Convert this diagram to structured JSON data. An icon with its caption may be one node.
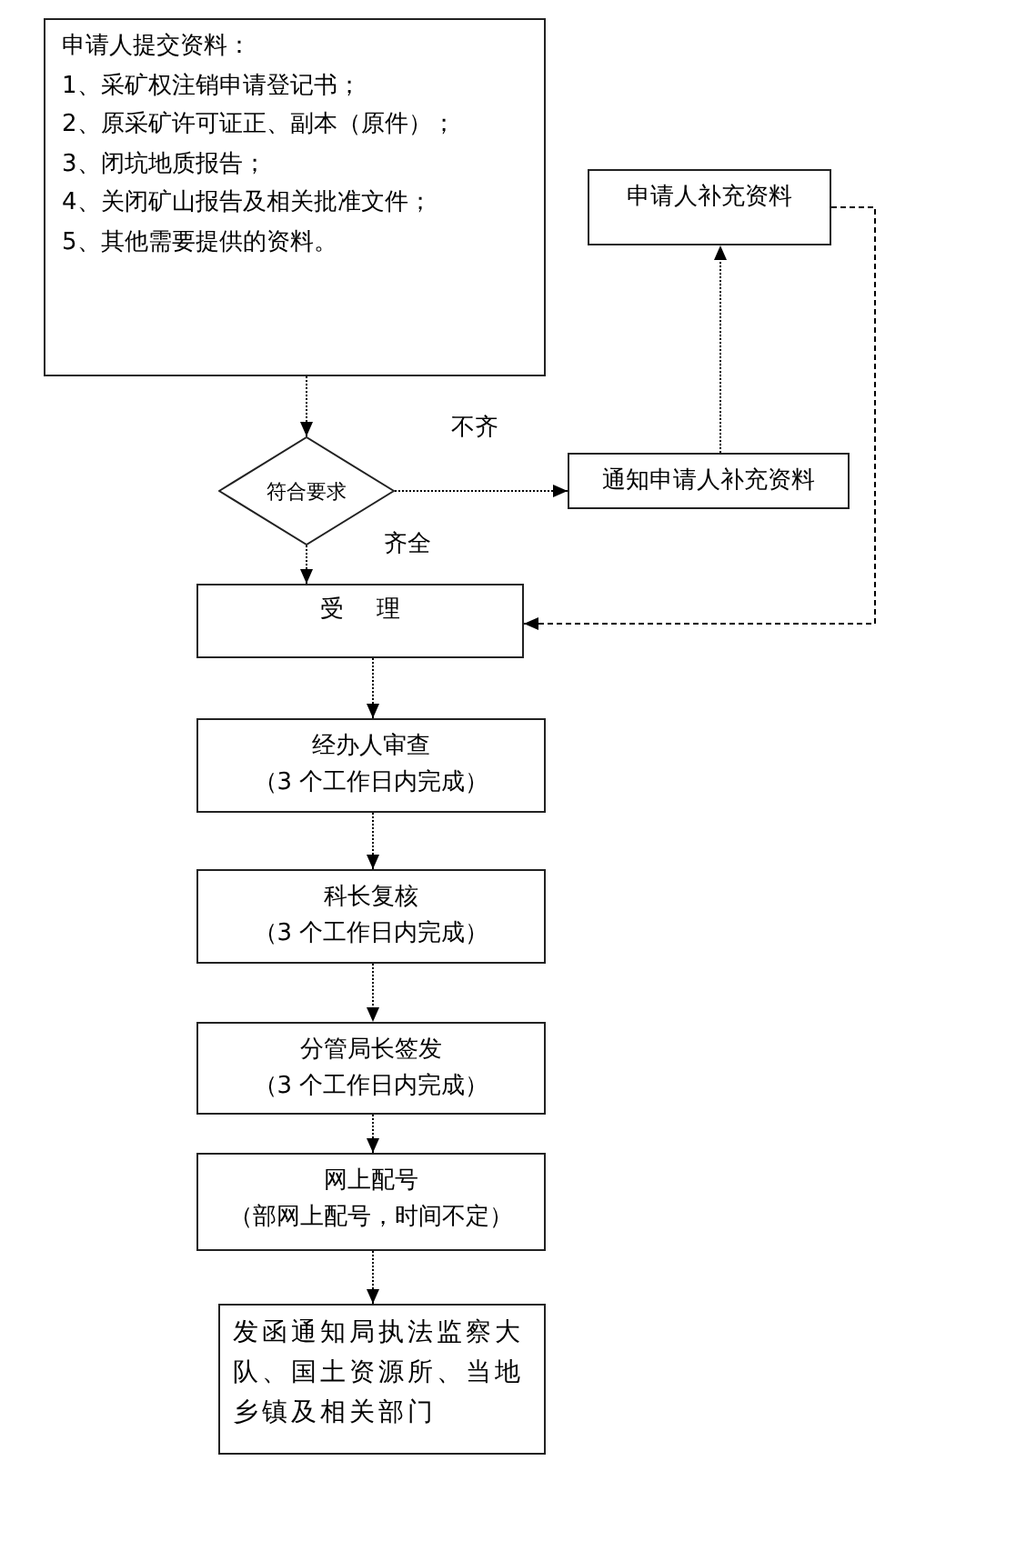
{
  "diagram": {
    "nodes": [
      {
        "text": [
          "申请人提交资料：",
          "1、采矿权注销申请登记书；",
          "2、原采矿许可证正、副本（原件）；",
          "3、闭坑地质报告；",
          "4、关闭矿山报告及相关批准文件；",
          "5、其他需要提供的资料。"
        ]
      },
      {
        "text": [
          "符合要求"
        ]
      },
      {
        "text": [
          "申请人补充资料"
        ]
      },
      {
        "text": [
          "通知申请人补充资料"
        ]
      },
      {
        "text": [
          "受 理"
        ]
      },
      {
        "text": [
          "经办人审查",
          "（3 个工作日内完成）"
        ]
      },
      {
        "text": [
          "科长复核",
          "（3 个工作日内完成）"
        ]
      },
      {
        "text": [
          "分管局长签发",
          "（3 个工作日内完成）"
        ]
      },
      {
        "text": [
          "网上配号",
          "（部网上配号，时间不定）"
        ]
      },
      {
        "text": [
          "发函通知局执法监察大队、国土资源所、当地乡镇及相关部门"
        ]
      }
    ],
    "edges": [
      {
        "from": 0,
        "to": 1,
        "arrow": "to"
      },
      {
        "from": 1,
        "to": 3,
        "arrow": "to",
        "label": "不齐"
      },
      {
        "from": 1,
        "to": 4,
        "arrow": "to",
        "label": "齐全"
      },
      {
        "from": 3,
        "to": 2,
        "arrow": "to"
      },
      {
        "from": 2,
        "to": 4,
        "arrow": "to",
        "style": "dashed"
      },
      {
        "from": 4,
        "to": 5,
        "arrow": "to"
      },
      {
        "from": 5,
        "to": 6,
        "arrow": "to"
      },
      {
        "from": 6,
        "to": 7,
        "arrow": "to"
      },
      {
        "from": 7,
        "to": 8,
        "arrow": "to"
      },
      {
        "from": 8,
        "to": 9,
        "arrow": "to"
      }
    ]
  }
}
